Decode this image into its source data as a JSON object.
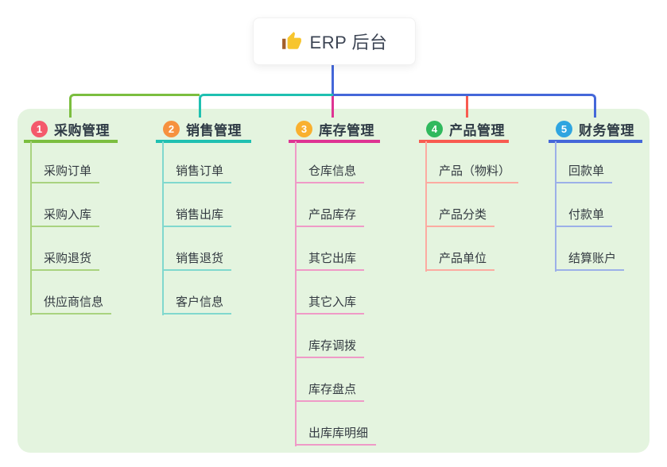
{
  "root": {
    "title": "ERP 后台",
    "icon": "thumbs-up-icon"
  },
  "branches": [
    {
      "number": "1",
      "title": "采购管理",
      "badge_color": "#f4596b",
      "line_color": "#7bbe3f",
      "child_line_color": "#a9d37f",
      "children": [
        "采购订单",
        "采购入库",
        "采购退货",
        "供应商信息"
      ]
    },
    {
      "number": "2",
      "title": "销售管理",
      "badge_color": "#f6913f",
      "line_color": "#1fc0b1",
      "child_line_color": "#80d8ce",
      "children": [
        "销售订单",
        "销售出库",
        "销售退货",
        "客户信息"
      ]
    },
    {
      "number": "3",
      "title": "库存管理",
      "badge_color": "#f9b02f",
      "line_color": "#de3493",
      "child_line_color": "#ef9ac7",
      "children": [
        "仓库信息",
        "产品库存",
        "其它出库",
        "其它入库",
        "库存调拨",
        "库存盘点",
        "出库库明细"
      ]
    },
    {
      "number": "4",
      "title": "产品管理",
      "badge_color": "#30b95d",
      "line_color": "#f85b50",
      "child_line_color": "#fcaba1",
      "children": [
        "产品（物料）",
        "产品分类",
        "产品单位"
      ]
    },
    {
      "number": "5",
      "title": "财务管理",
      "badge_color": "#2fa5e0",
      "line_color": "#4467d9",
      "child_line_color": "#9cb0e8",
      "children": [
        "回款单",
        "付款单",
        "结算账户"
      ]
    }
  ],
  "colors": {
    "page_bg": "#ffffff",
    "panel_bg": "#e4f4df",
    "trunk": "#4467d9",
    "root_text": "#3d4554",
    "branch_title_text": "#2f3b46",
    "child_text": "#333a41",
    "icon_yellow": "#f7c52e",
    "icon_cuff": "#a35f2a"
  }
}
